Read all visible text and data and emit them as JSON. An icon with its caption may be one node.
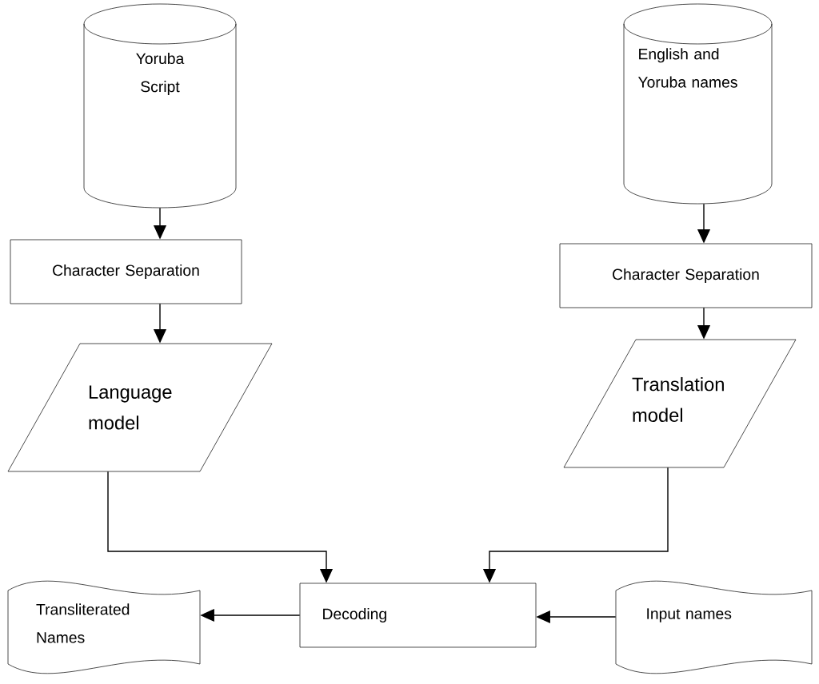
{
  "diagram": {
    "nodes": [
      {
        "text": [
          "Yoruba Script"
        ]
      },
      {
        "text": [
          "English and Yoruba names"
        ]
      },
      {
        "text": [
          "Character Separation"
        ]
      },
      {
        "text": [
          "Character Separation"
        ]
      },
      {
        "text": [
          "Language model"
        ]
      },
      {
        "text": [
          "Translation model"
        ]
      },
      {
        "text": [
          "Decoding"
        ]
      },
      {
        "text": [
          "Transliterated Names"
        ]
      },
      {
        "text": [
          "Input names"
        ]
      }
    ],
    "edges": [
      {
        "from": 0,
        "to": 2,
        "arrow": "to"
      },
      {
        "from": 1,
        "to": 3,
        "arrow": "to"
      },
      {
        "from": 2,
        "to": 4,
        "arrow": "to"
      },
      {
        "from": 3,
        "to": 5,
        "arrow": "to"
      },
      {
        "from": 4,
        "to": 6,
        "arrow": "to"
      },
      {
        "from": 5,
        "to": 6,
        "arrow": "to"
      },
      {
        "from": 6,
        "to": 7,
        "arrow": "to"
      },
      {
        "from": 8,
        "to": 6,
        "arrow": "to"
      }
    ]
  }
}
